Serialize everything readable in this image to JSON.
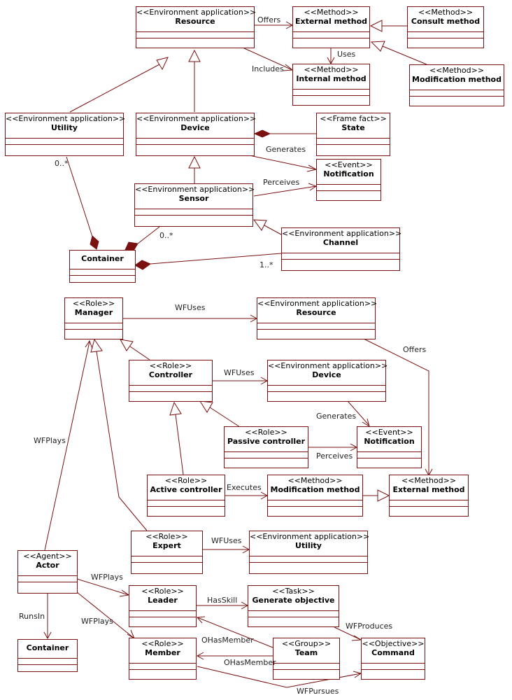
{
  "colors": {
    "line": "#7a1010",
    "text": "#000000"
  },
  "classes": {
    "resource_top": {
      "stereotype": "<<Environment application>>",
      "name": "Resource"
    },
    "external_method_top": {
      "stereotype": "<<Method>>",
      "name": "External method"
    },
    "consult_method": {
      "stereotype": "<<Method>>",
      "name": "Consult method"
    },
    "internal_method": {
      "stereotype": "<<Method>>",
      "name": "Internal method"
    },
    "modification_method_top": {
      "stereotype": "<<Method>>",
      "name": "Modification method"
    },
    "utility_top": {
      "stereotype": "<<Environment application>>",
      "name": "Utility"
    },
    "device_top": {
      "stereotype": "<<Environment application>>",
      "name": "Device"
    },
    "state": {
      "stereotype": "<<Frame fact>>",
      "name": "State"
    },
    "notification_top": {
      "stereotype": "<<Event>>",
      "name": "Notification"
    },
    "sensor": {
      "stereotype": "<<Environment application>>",
      "name": "Sensor"
    },
    "channel": {
      "stereotype": "<<Environment application>>",
      "name": "Channel"
    },
    "container_top": {
      "stereotype": "",
      "name": "Container"
    },
    "manager": {
      "stereotype": "<<Role>>",
      "name": "Manager"
    },
    "resource_bottom": {
      "stereotype": "<<Environment application>>",
      "name": "Resource"
    },
    "controller": {
      "stereotype": "<<Role>>",
      "name": "Controller"
    },
    "device_bottom": {
      "stereotype": "<<Environment application>>",
      "name": "Device"
    },
    "passive_controller": {
      "stereotype": "<<Role>>",
      "name": "Passive controller"
    },
    "notification_bottom": {
      "stereotype": "<<Event>>",
      "name": "Notification"
    },
    "active_controller": {
      "stereotype": "<<Role>>",
      "name": "Active controller"
    },
    "modification_method_bottom": {
      "stereotype": "<<Method>>",
      "name": "Modification method"
    },
    "external_method_bottom": {
      "stereotype": "<<Method>>",
      "name": "External method"
    },
    "expert": {
      "stereotype": "<<Role>>",
      "name": "Expert"
    },
    "utility_bottom": {
      "stereotype": "<<Environment application>>",
      "name": "Utility"
    },
    "actor": {
      "stereotype": "<<Agent>>",
      "name": "Actor"
    },
    "leader": {
      "stereotype": "<<Role>>",
      "name": "Leader"
    },
    "generate_objective": {
      "stereotype": "<<Task>>",
      "name": "Generate objective"
    },
    "container_bottom": {
      "stereotype": "",
      "name": "Container"
    },
    "member": {
      "stereotype": "<<Role>>",
      "name": "Member"
    },
    "team": {
      "stereotype": "<<Group>>",
      "name": "Team"
    },
    "command": {
      "stereotype": "<<Objective>>",
      "name": "Command"
    }
  },
  "labels": {
    "offers_top": "Offers",
    "uses": "Uses",
    "includes": "Includes",
    "generates_top": "Generates",
    "perceives_top": "Perceives",
    "mult_utility": "0..*",
    "mult_sensor": "0..*",
    "mult_channel": "1..*",
    "wfuses_manager": "WFUses",
    "offers_bottom": "Offers",
    "wfuses_controller": "WFUses",
    "generates_bottom": "Generates",
    "perceives_bottom": "Perceives",
    "executes": "Executes",
    "wfplays_manager": "WFPlays",
    "wfuses_expert": "WFUses",
    "wfplays_leader": "WFPlays",
    "wfplays_member": "WFPlays",
    "runsin": "RunsIn",
    "hasskill": "HasSkill",
    "wfproduces": "WFProduces",
    "ohasmember_leader": "OHasMember",
    "ohasmember_member": "OHasMember",
    "wfpursues": "WFPursues"
  }
}
